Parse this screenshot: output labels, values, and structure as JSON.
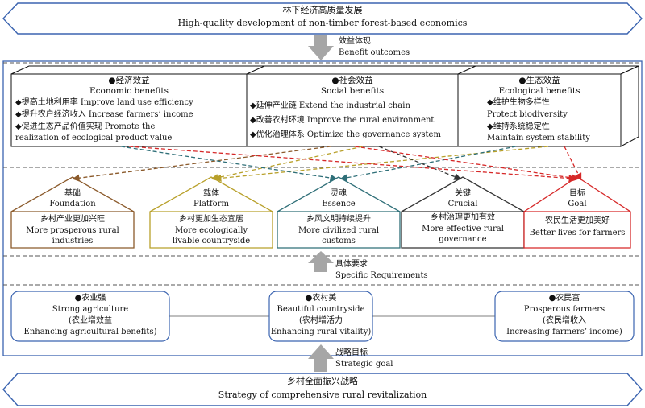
{
  "top_banner": {
    "zh": "林下经济高质量发展",
    "en": "High-quality development of non-timber forest-based economics"
  },
  "benefit_outcomes": {
    "zh": "效益体现",
    "en": "Benefit outcomes"
  },
  "economic": {
    "title_zh": "●经济效益",
    "title_en": "Economic benefits",
    "items": [
      "◆提高土地利用率 Improve land use efficiency",
      "◆提升农户经济收入 Increase farmers’ income",
      "◆促进生态产品价值实现 Promote the",
      "realization of ecological product value"
    ]
  },
  "social": {
    "title_zh": "●社会效益",
    "title_en": "Social benefits",
    "items": [
      "◆延伸产业链 Extend the industrial chain",
      "◆改善农村环境 Improve the rural environment",
      "◆优化治理体系 Optimize the governance system"
    ]
  },
  "ecological": {
    "title_zh": "●生态效益",
    "title_en": "Ecological benefits",
    "items": [
      "◆维护生物多样性",
      "Protect biodiversity",
      "◆维持系统稳定性",
      "Maintain system stability"
    ]
  },
  "pillars": [
    {
      "title_zh": "基础",
      "title_en": "Foundation",
      "zh": "乡村产业更加兴旺",
      "en1": "More prosperous rural",
      "en2": "industries",
      "color": "#8B5A2B"
    },
    {
      "title_zh": "载体",
      "title_en": "Platform",
      "zh": "乡村更加生态宜居",
      "en1": "More ecologically",
      "en2": "livable countryside",
      "color": "#B8A02A"
    },
    {
      "title_zh": "灵魂",
      "title_en": "Essence",
      "zh": "乡风文明持续提升",
      "en1": "More civilized rural",
      "en2": "customs",
      "color": "#2F6F78"
    },
    {
      "title_zh": "关键",
      "title_en": "Crucial",
      "zh": "乡村治理更加有效",
      "en1": "More effective rural",
      "en2": "governance",
      "color": "#333333"
    },
    {
      "title_zh": "目标",
      "title_en": "Goal",
      "zh": "农民生活更加美好",
      "en1": "Better lives for farmers",
      "en2": "",
      "color": "#D62828"
    }
  ],
  "specific_requirements": {
    "zh": "具体要求",
    "en": "Specific Requirements"
  },
  "goals": [
    {
      "zh": "●农业强",
      "en": "Strong agriculture",
      "sub_zh": "(农业增效益",
      "sub_en": "Enhancing agricultural benefits)"
    },
    {
      "zh": "●农村美",
      "en": "Beautiful countryside",
      "sub_zh": "(农村增活力",
      "sub_en": "Enhancing rural vitality)"
    },
    {
      "zh": "●农民富",
      "en": "Prosperous farmers",
      "sub_zh": "(农民增收入",
      "sub_en": "Increasing farmers’ income)"
    }
  ],
  "strategic_goal": {
    "zh": "战略目标",
    "en": "Strategic goal"
  },
  "bottom_banner": {
    "zh": "乡村全面振兴战略",
    "en": "Strategy of comprehensive rural revitalization"
  },
  "colors": {
    "frame": "#3B64B0",
    "dash": "#555555",
    "arrow": "#A6A6A6",
    "brown": "#8B5A2B",
    "olive": "#B8A02A",
    "teal": "#2F6F78",
    "dark": "#333333",
    "red": "#D62828"
  }
}
